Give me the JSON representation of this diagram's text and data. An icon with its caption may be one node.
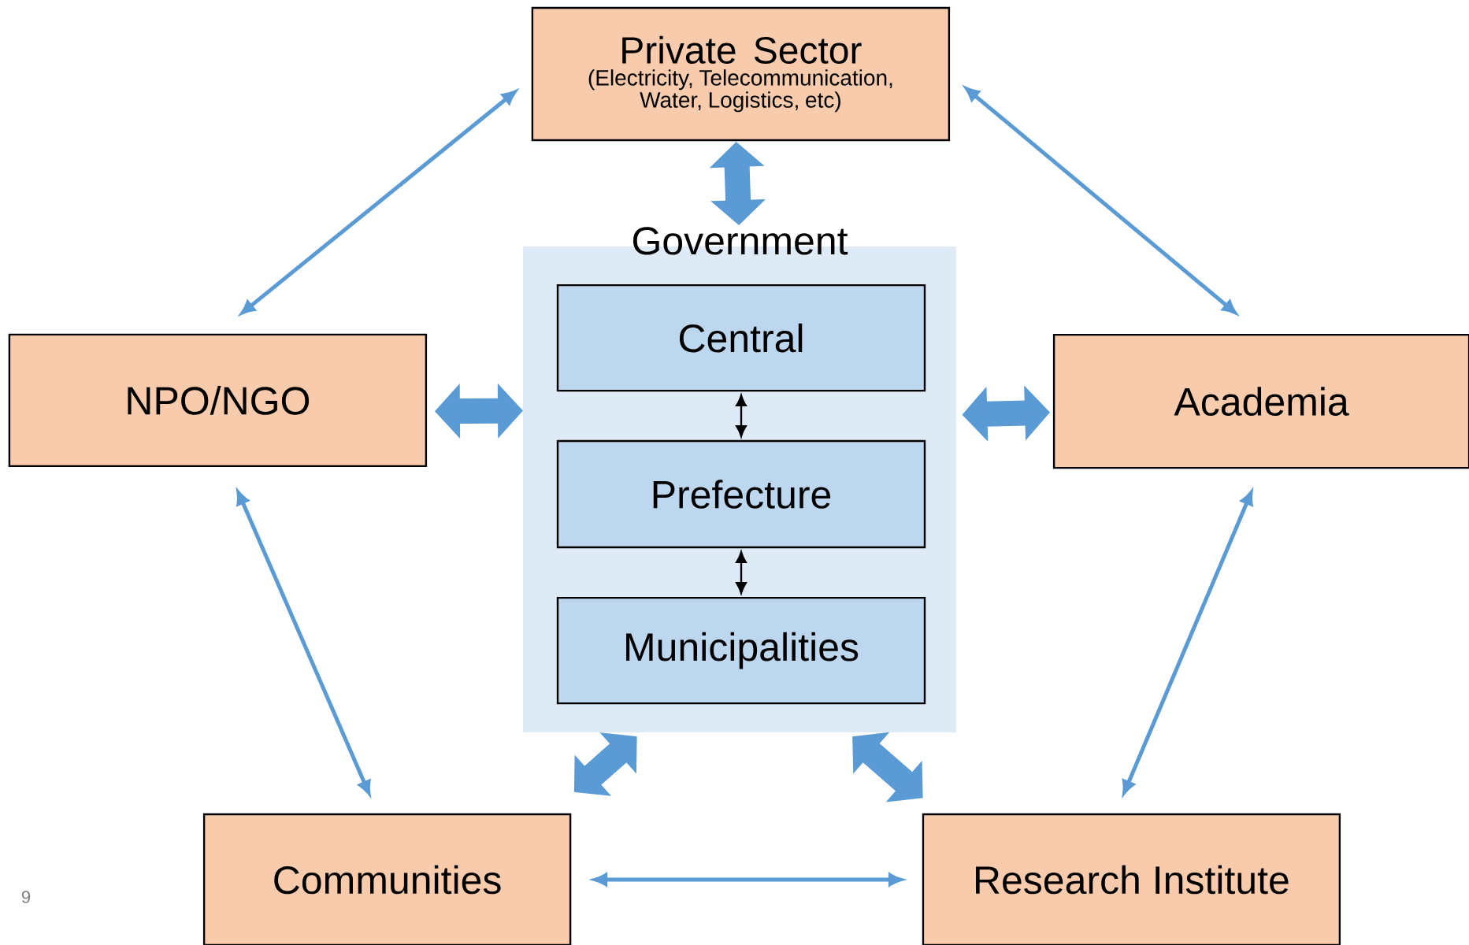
{
  "diagram": {
    "nodes": [
      {
        "text": [
          "Private Sector",
          "(Electricity, Telecommunication, Water, Logistics, etc)"
        ]
      },
      {
        "text": [
          "NPO/NGO"
        ]
      },
      {
        "text": [
          "Government"
        ]
      },
      {
        "text": [
          "Central"
        ],
        "in": 2
      },
      {
        "text": [
          "Prefecture"
        ],
        "in": 2
      },
      {
        "text": [
          "Municipalities"
        ],
        "in": 2
      },
      {
        "text": [
          "Academia"
        ]
      },
      {
        "text": [
          "Communities"
        ]
      },
      {
        "text": [
          "Research Institute"
        ]
      }
    ],
    "edges": [
      {
        "from": 1,
        "to": 0,
        "arrow": "both"
      },
      {
        "from": 0,
        "to": 6,
        "arrow": "both"
      },
      {
        "from": 0,
        "to": 2,
        "arrow": "both",
        "style": "thick"
      },
      {
        "from": 1,
        "to": 2,
        "arrow": "both",
        "style": "thick"
      },
      {
        "from": 6,
        "to": 2,
        "arrow": "both",
        "style": "thick"
      },
      {
        "from": 3,
        "to": 4,
        "arrow": "both",
        "color": "#000000"
      },
      {
        "from": 4,
        "to": 5,
        "arrow": "both",
        "color": "#000000"
      },
      {
        "from": 1,
        "to": 7,
        "arrow": "both"
      },
      {
        "from": 6,
        "to": 8,
        "arrow": "both"
      },
      {
        "from": 7,
        "to": 2,
        "arrow": "both",
        "style": "thick"
      },
      {
        "from": 8,
        "to": 2,
        "arrow": "both",
        "style": "thick"
      },
      {
        "from": 7,
        "to": 8,
        "arrow": "both"
      }
    ],
    "labels": [
      "9"
    ]
  }
}
